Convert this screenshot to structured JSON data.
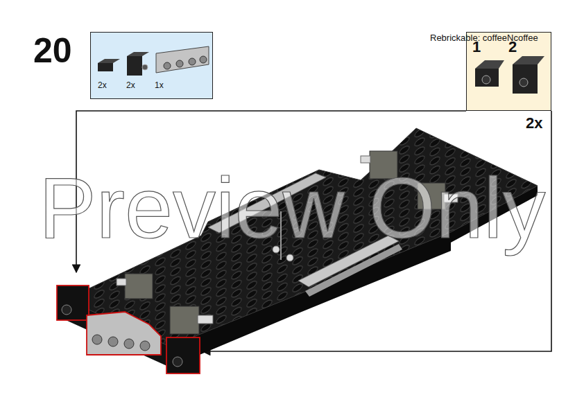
{
  "diagram": {
    "nodes": [
      {
        "text": [
          "2x",
          "2x",
          "1x"
        ]
      },
      {
        "text": [
          "1",
          "2"
        ]
      }
    ],
    "edges": [],
    "labels": [
      "20",
      "Rebrickable: coffeeNcoffee",
      "2x",
      "Preview Only"
    ]
  }
}
